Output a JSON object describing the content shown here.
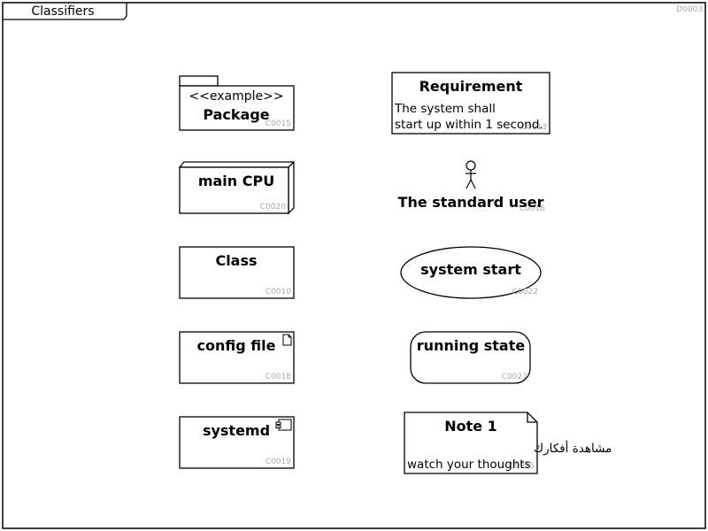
{
  "diagram": {
    "frame_title": "Classifiers",
    "diagram_id": "D0003"
  },
  "elements": {
    "package": {
      "stereotype": "<<example>>",
      "name": "Package",
      "id": "C0015"
    },
    "node": {
      "name": "main CPU",
      "id": "C0020"
    },
    "class": {
      "name": "Class",
      "id": "C0010"
    },
    "artifact": {
      "name": "config file",
      "id": "C0018"
    },
    "component": {
      "name": "systemd",
      "id": "C0019"
    },
    "requirement": {
      "name": "Requirement",
      "line1": "The system shall",
      "line2": "start up within 1 second.",
      "id": "C0013"
    },
    "actor": {
      "name": "The standard user",
      "id": "C0016"
    },
    "usecase": {
      "name": "system start",
      "id": "C0022"
    },
    "state": {
      "name": "running state",
      "id": "C0027"
    },
    "note": {
      "name": "Note 1",
      "line1": "مشاهدة أفكارك",
      "line2": "watch your thoughts",
      "id": "C0025"
    }
  }
}
